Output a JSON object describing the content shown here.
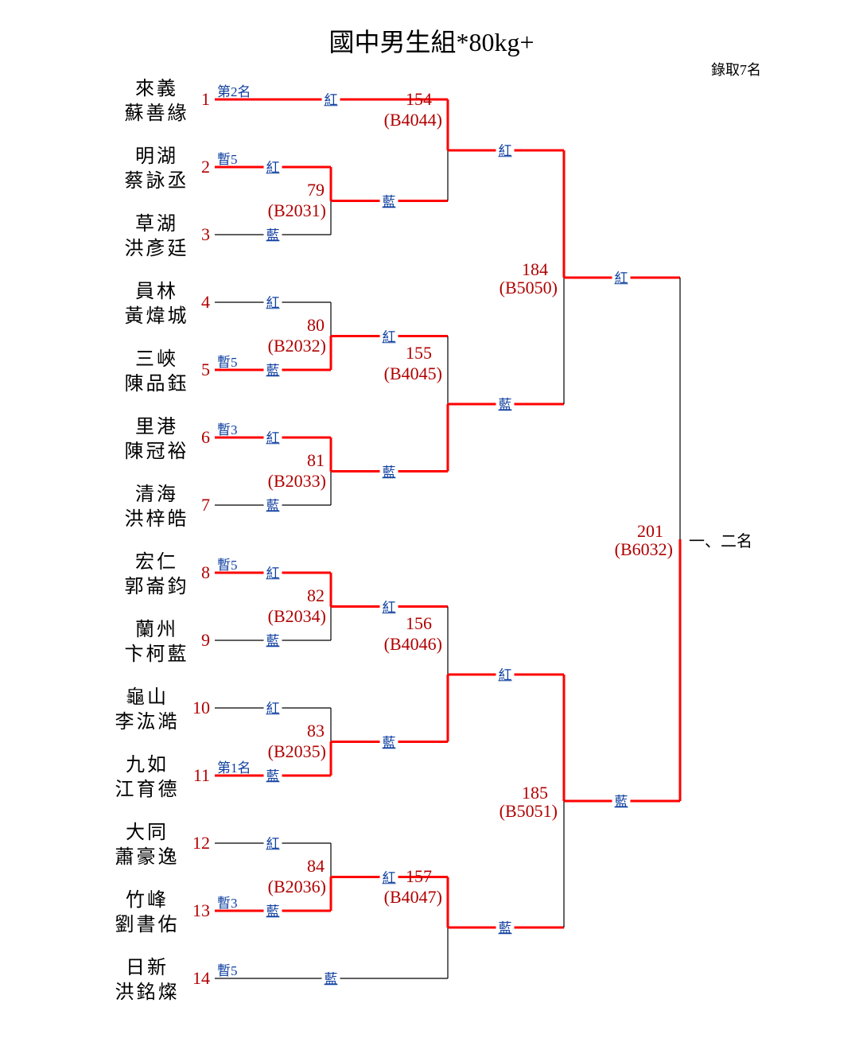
{
  "title": "國中男生組*80kg+",
  "quota": "錄取7名",
  "final_label": "一、二名",
  "corner_labels": {
    "red": "紅",
    "blue": "藍"
  },
  "colors": {
    "winner_line": "#ff0000",
    "line": "#000000",
    "seed": "#b00000",
    "note": "#1040a0"
  },
  "players": [
    {
      "seed": "1",
      "team": "來義",
      "name": "蘇善緣",
      "note": "第2名"
    },
    {
      "seed": "2",
      "team": "明湖",
      "name": "蔡詠丞",
      "note": "暫5"
    },
    {
      "seed": "3",
      "team": "草湖",
      "name": "洪彥廷",
      "note": ""
    },
    {
      "seed": "4",
      "team": "員林",
      "name": "黃煒城",
      "note": ""
    },
    {
      "seed": "5",
      "team": "三峽",
      "name": "陳品鈺",
      "note": "暫5"
    },
    {
      "seed": "6",
      "team": "里港",
      "name": "陳冠裕",
      "note": "暫3"
    },
    {
      "seed": "7",
      "team": "清海",
      "name": "洪梓皓",
      "note": ""
    },
    {
      "seed": "8",
      "team": "宏仁",
      "name": "郭崙鈞",
      "note": "暫5"
    },
    {
      "seed": "9",
      "team": "蘭州",
      "name": "卞柯藍",
      "note": ""
    },
    {
      "seed": "10",
      "team": "龜山",
      "name": "李汯澔",
      "note": ""
    },
    {
      "seed": "11",
      "team": "九如",
      "name": "江育德",
      "note": "第1名"
    },
    {
      "seed": "12",
      "team": "大同",
      "name": "蕭豪逸",
      "note": ""
    },
    {
      "seed": "13",
      "team": "竹峰",
      "name": "劉書佑",
      "note": "暫3"
    },
    {
      "seed": "14",
      "team": "日新",
      "name": "洪銘燦",
      "note": "暫5"
    }
  ],
  "matches": [
    {
      "num": "79",
      "code": "(B2031)"
    },
    {
      "num": "80",
      "code": "(B2032)"
    },
    {
      "num": "81",
      "code": "(B2033)"
    },
    {
      "num": "82",
      "code": "(B2034)"
    },
    {
      "num": "83",
      "code": "(B2035)"
    },
    {
      "num": "84",
      "code": "(B2036)"
    },
    {
      "num": "154",
      "code": "(B4044)"
    },
    {
      "num": "155",
      "code": "(B4045)"
    },
    {
      "num": "156",
      "code": "(B4046)"
    },
    {
      "num": "157",
      "code": "(B4047)"
    },
    {
      "num": "184",
      "code": "(B5050)"
    },
    {
      "num": "185",
      "code": "(B5051)"
    },
    {
      "num": "201",
      "code": "(B6032)"
    }
  ]
}
